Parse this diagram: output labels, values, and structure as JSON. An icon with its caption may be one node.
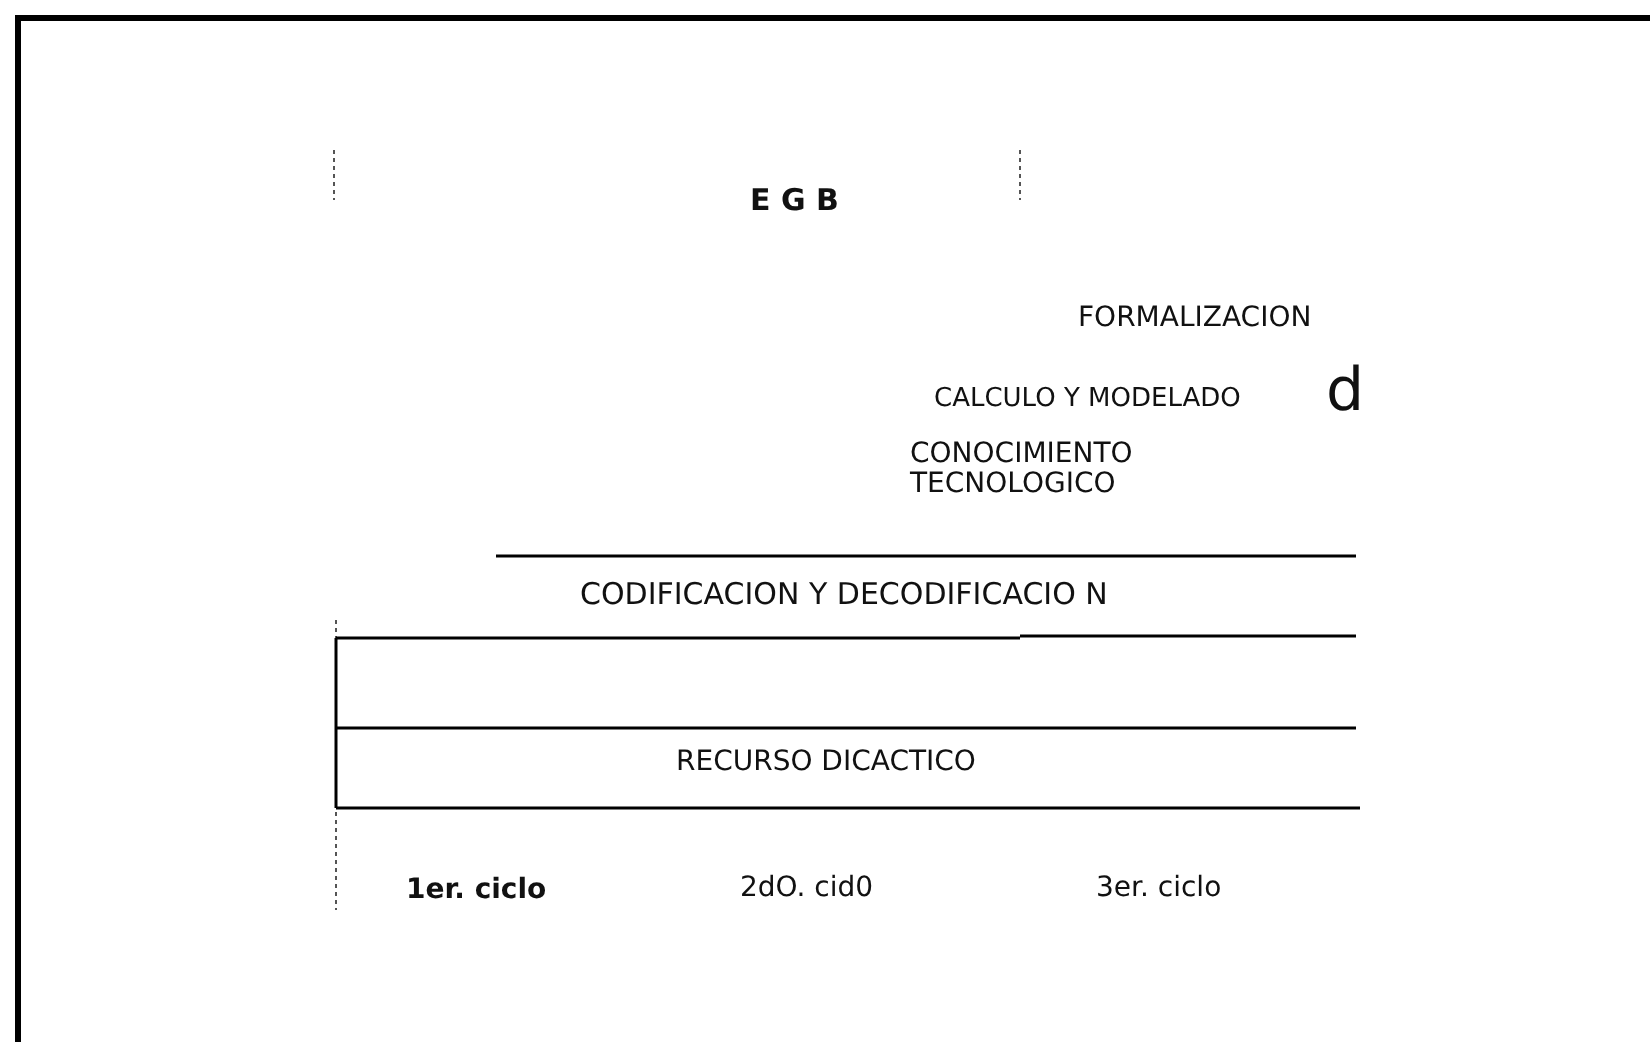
{
  "diagram": {
    "labels": [
      "E G B",
      "FORMALIZACION",
      "CALCULO Y MODELADO",
      "d",
      "CONOCIMIENTO TECNOLOGICO",
      "CODIFICACION Y DECODIFICACIO N",
      "RECURSO DICACTICO",
      "1er. ciclo",
      "2dO. cid0",
      "3er. ciclo"
    ]
  }
}
